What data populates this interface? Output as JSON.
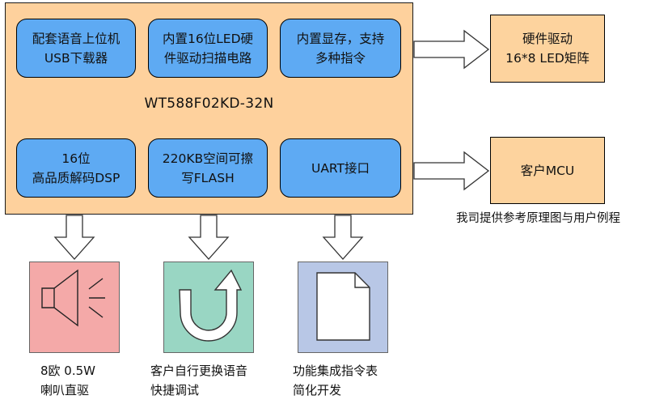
{
  "main_chip": {
    "title": "WT588F02KD-32N",
    "blocks": [
      {
        "line1": "配套语音上位机",
        "line2": "USB下载器"
      },
      {
        "line1": "内置16位LED硬",
        "line2": "件驱动扫描电路"
      },
      {
        "line1": "内置显存，支持",
        "line2": "多种指令"
      },
      {
        "line1": "16位",
        "line2": "高品质解码DSP"
      },
      {
        "line1": "220KB空间可擦",
        "line2": "写FLASH"
      },
      {
        "line1": "UART接口",
        "line2": ""
      }
    ]
  },
  "external": [
    {
      "line1": "硬件驱动",
      "line2": "16*8 LED矩阵"
    },
    {
      "line1": "客户MCU",
      "line2": ""
    }
  ],
  "mcu_note": "我司提供参考原理图与用户例程",
  "features": [
    {
      "icon": "speaker-icon",
      "color": "#f4a9a8",
      "line1": "8欧 0.5W",
      "line2": "喇叭直驱"
    },
    {
      "icon": "u-turn-arrow-icon",
      "color": "#99d6c3",
      "line1": "客户自行更换语音",
      "line2": "快捷调试"
    },
    {
      "icon": "document-icon",
      "color": "#b8c7e6",
      "line1": "功能集成指令表",
      "line2": "简化开发"
    }
  ],
  "colors": {
    "chip_fill": "#fed19d",
    "block_fill": "#5eaaf3",
    "external_fill": "#fdd39e"
  }
}
